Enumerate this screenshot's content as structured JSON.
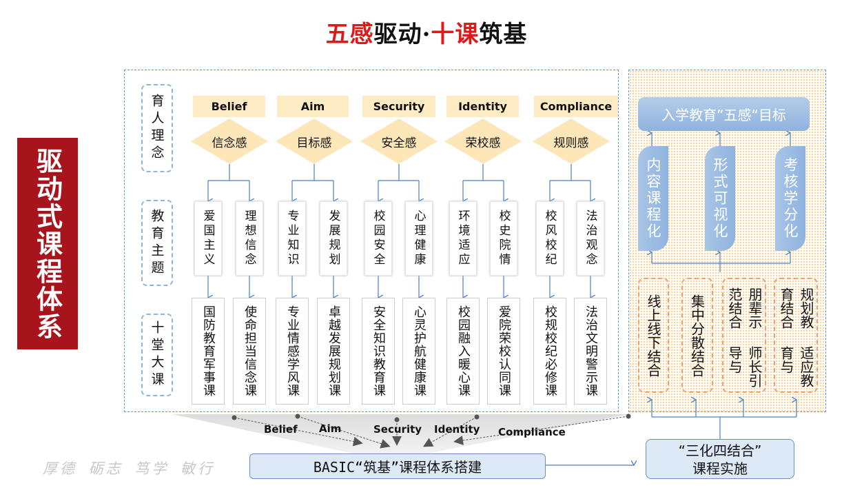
{
  "title": {
    "part1": "五感",
    "part2": "驱动·",
    "part3": "十课",
    "part4": "筑基"
  },
  "side_label": "驱动式课程体系",
  "row_labels": [
    "育人理念",
    "教育主题",
    "十堂大课"
  ],
  "groups": [
    {
      "en": "Belief",
      "cn": "信念感"
    },
    {
      "en": "Aim",
      "cn": "目标感"
    },
    {
      "en": "Security",
      "cn": "安全感"
    },
    {
      "en": "Identity",
      "cn": "荣校感"
    },
    {
      "en": "Compliance",
      "cn": "规则感"
    }
  ],
  "topics": [
    "爱国主义",
    "理想信念",
    "专业知识",
    "发展规划",
    "校园安全",
    "心理健康",
    "环境适应",
    "校史院情",
    "校风校纪",
    "法治观念"
  ],
  "courses": [
    "国防教育军事课",
    "使命担当信念课",
    "专业情感学风课",
    "卓越发展规划课",
    "安全知识教育课",
    "心灵护航健康课",
    "校园融入暖心课",
    "爱院荣校认同课",
    "校规校纪必修课",
    "法治文明警示课"
  ],
  "right": {
    "target": "入学教育”五感“目标",
    "pills": [
      "内容课程化",
      "形式可视化",
      "考核学分化"
    ],
    "combos": [
      [
        "线上线下结合"
      ],
      [
        "集中分散结合"
      ],
      [
        "朋辈示范结合",
        "师长引导与"
      ],
      [
        "规划教育结合",
        "适应教育与"
      ]
    ]
  },
  "bottom": {
    "fan_labels": [
      "Belief",
      "Aim",
      "Security",
      "Identity",
      "Compliance"
    ],
    "basic": "BASIC“筑基”课程体系搭建",
    "impl_line1": "“三化四结合”",
    "impl_line2": "课程实施",
    "motto": "厚德 砺志 笃学 敏行"
  }
}
